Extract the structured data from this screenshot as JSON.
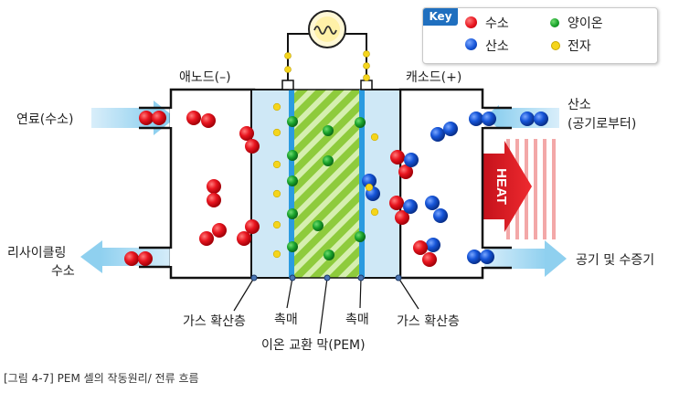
{
  "key": {
    "title": "Key",
    "items": [
      {
        "label": "수소",
        "color": "#e8151f"
      },
      {
        "label": "양이온",
        "color": "#1aa32c"
      },
      {
        "label": "산소",
        "color": "#1655d8"
      },
      {
        "label": "전자",
        "color": "#f5d51c"
      }
    ]
  },
  "labels": {
    "anode": "애노드(–)",
    "cathode": "캐소드(+)",
    "fuel": "연료(수소)",
    "recycle_line1": "리사이클링",
    "recycle_line2": "수소",
    "oxygen_line1": "산소",
    "oxygen_line2": "(공기로부터)",
    "exhaust": "공기 및 수증기",
    "gdl_left": "가스 확산층",
    "catalyst_left": "촉매",
    "catalyst_right": "촉매",
    "gdl_right": "가스 확산층",
    "membrane": "이온 교환 막(PEM)",
    "heat": "HEAT"
  },
  "caption": "[그림 4-7] PEM 셀의 작동원리/ 전류 흐름"
}
